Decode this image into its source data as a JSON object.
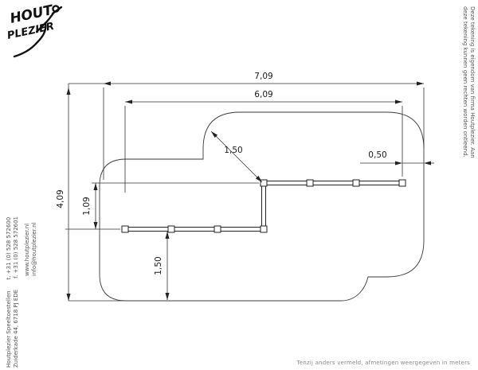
{
  "logo": {
    "word_top": "HOUT",
    "word_bottom": "PLEZIER"
  },
  "left_margin": {
    "company_name": "Houtplezier Speeltoestellen",
    "address": "Zuiderkade 44, 6718 PJ EDE",
    "phone": "t. +31 (0) 528 572600",
    "fax": "f. +31 (0) 528 572601",
    "website": "www.houtplezier.nl",
    "email": "info@houtplezier.nl"
  },
  "right_margin": {
    "line1": "Deze tekening is eigendom van firma Houtplezier. Aan",
    "line2": "deze tekening kunnen geen rechten worden ontleend."
  },
  "footer": {
    "units_note": "Tenzij anders vermeld, afmetingen weergegeven in meters"
  },
  "drawing": {
    "dims": {
      "overall_width": "7,09",
      "beams_total_width": "6,09",
      "overall_height": "4,09",
      "beam_level_offset": "1,09",
      "corner_clearance": "1,50",
      "bottom_clearance": "1,50",
      "right_clearance": "0,50"
    }
  }
}
